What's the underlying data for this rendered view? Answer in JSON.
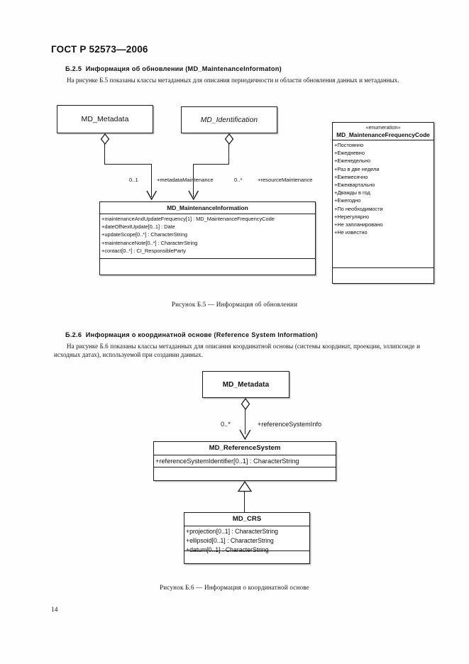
{
  "document": {
    "standard_header": "ГОСТ Р 52573—2006",
    "page_number": "14"
  },
  "sections": [
    {
      "id": "b25",
      "number": "Б.2.5",
      "title": "Информация об обновлении (MD_MaintenanceInformaton)",
      "paragraph": "На рисунке Б.5 показаны классы метаданных для описания периодичности и области обновления данных и метаданных.",
      "figure_caption": "Рисунок Б.5 — Информация об обновлении"
    },
    {
      "id": "b26",
      "number": "Б.2.6",
      "title": "Информация о координатной основе (Reference System Information)",
      "paragraph": "На рисунке Б.6 показаны классы метаданных для описания координатной основы (системы координат, проекции, эллипсоиде и исходных датах), используемой при создании данных.",
      "figure_caption": "Рисунок Б.6 — Информация о координатной основе"
    }
  ],
  "diagram_b5": {
    "class_metadata": {
      "name": "MD_Metadata"
    },
    "class_identification": {
      "name": "MD_Identification"
    },
    "assoc_metadata": {
      "multiplicity": "0..1",
      "role": "+metadataMaintenance"
    },
    "assoc_identification": {
      "multiplicity": "0..*",
      "role": "+resourceMaintenance"
    },
    "class_maintenance": {
      "name": "MD_MaintenanceInformation",
      "attributes": [
        "+maintenanceAndUpdateFrequency[1] : MD_MaintenanceFrequencyCode",
        "+dateOfNextUpdate[0..1] : Date",
        "+updateScope[0..*] : CharacterString",
        "+maintenanceNote[0..*] : CharacterString",
        "+contact[0..*] : CI_ResponsibleParty"
      ]
    },
    "enumeration": {
      "stereotype": "«enumeration»",
      "name": "MD_MaintenanceFrequencyCode",
      "literals": [
        "+Постоянно",
        "+Ежедневно",
        "+Еженедельно",
        "+Раз в две недели",
        "+Ежемесячно",
        "+Ежеквартально",
        "+Дважды в год",
        "+Ежегодно",
        "+По необходимости",
        "+Нерегулярно",
        "+Не запланировано",
        "+Не известно"
      ]
    }
  },
  "diagram_b6": {
    "class_metadata": {
      "name": "MD_Metadata"
    },
    "assoc_reference": {
      "multiplicity": "0..*",
      "role": "+referenceSystemInfo"
    },
    "class_reference_system": {
      "name": "MD_ReferenceSystem",
      "attributes": [
        "+referenceSystemIdentifier[0..1] : CharacterString"
      ]
    },
    "class_crs": {
      "name": "MD_CRS",
      "attributes": [
        "+projection[0..1] : CharacterString",
        "+ellipsoid[0..1] : CharacterString",
        "+datum[0..1] : CharacterString"
      ]
    }
  },
  "colors": {
    "ink": "#1c1c1c",
    "paper": "#ffffff"
  }
}
